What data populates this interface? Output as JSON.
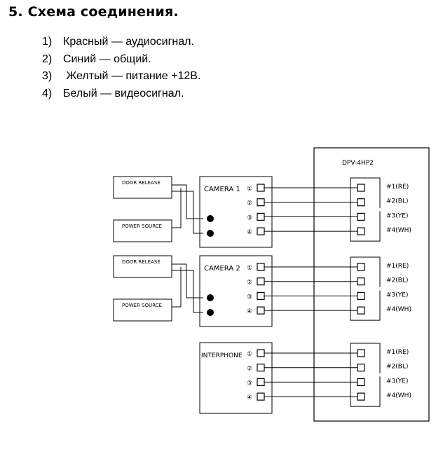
{
  "title": "5. Схема соединения.",
  "list": [
    {
      "num": "1)",
      "text": "Красный — аудиосигнал."
    },
    {
      "num": "2)",
      "text": "Синий — общий."
    },
    {
      "num": "3)",
      "text": " Желтый — питание +12В."
    },
    {
      "num": "4)",
      "text": "Белый — видеосигнал."
    }
  ],
  "diagram": {
    "monitor_label": "DPV-4HP2",
    "door_release": "DOOR RELEASE",
    "power_source": "POWER SOURCE",
    "camera1": "CAMERA 1",
    "camera2": "CAMERA 2",
    "interphone": "INTERPHONE",
    "pin_numbers": [
      "①",
      "②",
      "③",
      "④"
    ],
    "wire_labels": [
      "#1(RE)",
      "#2(BL)",
      "#3(YE)",
      "#4(WH)"
    ]
  }
}
